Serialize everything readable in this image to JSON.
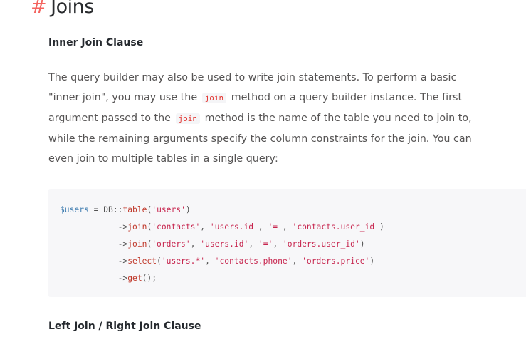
{
  "heading": {
    "hash": "#",
    "title": "Joins"
  },
  "inner_join": {
    "title": "Inner Join Clause",
    "paragraph": {
      "l1": "The query builder may also be used to write join statements. To perform a basic",
      "l2a": "\"inner join\", you may use the",
      "code1": "join",
      "l2b": "method on a query builder instance. The first",
      "l3a": "argument passed to the",
      "code2": "join",
      "l3b": "method is the name of the table you need to join to,",
      "l4": "while the remaining arguments specify the column constraints for the join. You can",
      "l5": "even join to multiple tables in a single query:"
    }
  },
  "code": {
    "var": "$users",
    "eq": " = ",
    "cls": "DB",
    "sep": "::",
    "m_table": "table",
    "users_str": "'users'",
    "indent": "            ->",
    "m_join": "join",
    "m_select": "select",
    "m_get": "get",
    "contacts": "'contacts'",
    "users_id": "'users.id'",
    "eq_op": "'='",
    "contacts_user_id": "'contacts.user_id'",
    "orders": "'orders'",
    "orders_user_id": "'orders.user_id'",
    "users_all": "'users.*'",
    "contacts_phone": "'contacts.phone'",
    "orders_price": "'orders.price'"
  },
  "left_join": {
    "title": "Left Join / Right Join Clause"
  },
  "colors": {
    "accent": "#f4645f",
    "inline_code": "#e3342f",
    "code_string": "#c7254e"
  }
}
